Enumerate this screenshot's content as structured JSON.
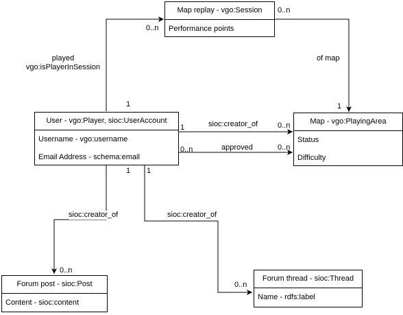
{
  "classes": {
    "session": {
      "title": "Map replay - vgo:Session",
      "attributes": [
        "Performance points"
      ]
    },
    "user": {
      "title": "User - vgo:Player, sioc:UserAccount",
      "attributes": [
        "Username - vgo:username",
        "Email Address - schema:email"
      ]
    },
    "map": {
      "title": "Map - vgo:PlayingArea",
      "attributes": [
        "Status",
        "Difficulty"
      ]
    },
    "post": {
      "title": "Forum post - sioc:Post",
      "attributes": [
        "Content - sioc:content"
      ]
    },
    "thread": {
      "title": "Forum thread - sioc:Thread",
      "attributes": [
        "Name - rdfs:label"
      ]
    }
  },
  "relations": {
    "played": {
      "label_line1": "played",
      "label_line2": "vgo:isPlayerInSession",
      "source_mult": "1",
      "target_mult": "0..n"
    },
    "of_map": {
      "label": "of map",
      "source_mult": "0..n",
      "target_mult": "1"
    },
    "creator_map": {
      "label": "sioc:creator_of",
      "source_mult": "1",
      "target_mult": "0..n"
    },
    "approved": {
      "label": "approved",
      "source_mult": "0..n",
      "target_mult": "0..n"
    },
    "creator_post": {
      "label": "sioc:creator_of",
      "source_mult": "1",
      "target_mult": "0..n"
    },
    "creator_thread": {
      "label": "sioc:creator_of",
      "source_mult": "1",
      "target_mult": "0..n"
    }
  }
}
